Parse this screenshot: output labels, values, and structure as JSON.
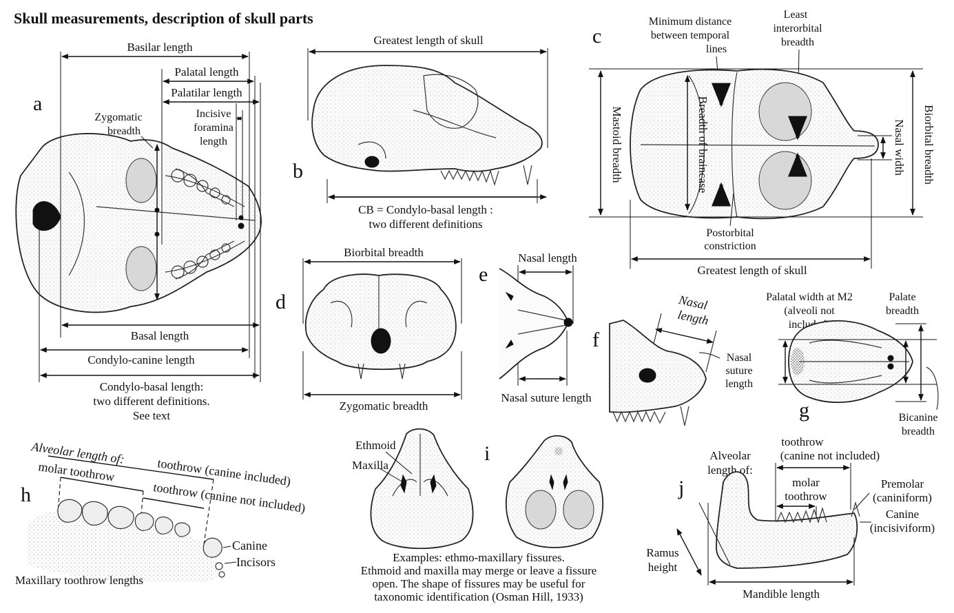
{
  "title": "Skull measurements, description of skull parts",
  "panel_letters": {
    "a": "a",
    "b": "b",
    "c": "c",
    "d": "d",
    "e": "e",
    "f": "f",
    "g": "g",
    "h": "h",
    "i": "i",
    "j": "j"
  },
  "panel_a": {
    "basilar_length": "Basilar length",
    "palatal_length": "Palatal length",
    "palatilar_length": "Palatilar length",
    "zygomatic_breadth_1": "Zygomatic",
    "zygomatic_breadth_2": "breadth",
    "incisive_1": "Incisive",
    "incisive_2": "foramina",
    "incisive_3": "length",
    "basal_length": "Basal length",
    "condylo_canine_length": "Condylo-canine length",
    "condylo_basal_1": "Condylo-basal length:",
    "condylo_basal_2": "two different definitions.",
    "condylo_basal_3": "See text"
  },
  "panel_b": {
    "greatest_length": "Greatest length of skull",
    "cb_1": "CB = Condylo-basal length :",
    "cb_2": "two different definitions"
  },
  "panel_c": {
    "min_dist_1": "Minimum distance",
    "min_dist_2": "between temporal",
    "min_dist_3": "lines",
    "least_1": "Least",
    "least_2": "interorbital",
    "least_3": "breadth",
    "mastoid_breadth": "Mastoid breadth",
    "breadth_of_braincase": "Breadth of braincase",
    "nasal_width": "Nasal width",
    "biorbital_breadth": "Biorbital breadth",
    "postorbital_1": "Postorbital",
    "postorbital_2": "constriction",
    "greatest_length": "Greatest length of skull"
  },
  "panel_d": {
    "biorbital_breadth": "Biorbital breadth",
    "zygomatic_breadth": "Zygomatic breadth"
  },
  "panel_e": {
    "nasal_length": "Nasal length",
    "nasal_suture_length": "Nasal suture length"
  },
  "panel_f": {
    "nasal_1": "Nasal",
    "nasal_2": "length",
    "suture_1": "Nasal",
    "suture_2": "suture",
    "suture_3": "length"
  },
  "panel_g": {
    "palatal_width_1": "Palatal width at M2",
    "palatal_width_2": "(alveoli not",
    "palatal_width_3": "included)",
    "palate_1": "Palate",
    "palate_2": "breadth",
    "bicanine_1": "Bicanine",
    "bicanine_2": "breadth"
  },
  "panel_h": {
    "alveolar_of": "Alveolar length of:",
    "toothrow_incl": "toothrow (canine included)",
    "molar_toothrow": "molar toothrow",
    "toothrow_not_incl": "toothrow (canine not included)",
    "canine": "Canine",
    "incisors": "Incisors",
    "caption": "Maxillary toothrow lengths"
  },
  "panel_i": {
    "ethmoid": "Ethmoid",
    "maxilla": "Maxilla",
    "caption_1": "Examples: ethmo-maxillary fissures.",
    "caption_2": "Ethmoid and maxilla may merge or leave a fissure",
    "caption_3": "open. The shape of fissures may be useful for",
    "caption_4": "taxonomic identification (Osman Hill, 1933)"
  },
  "panel_j": {
    "alveolar_1": "Alveolar",
    "alveolar_2": "length of:",
    "toothrow_1": "toothrow",
    "toothrow_2": "(canine not included)",
    "molar_1": "molar",
    "molar_2": "toothrow",
    "premolar_1": "Premolar",
    "premolar_2": "(caniniform)",
    "canine_1": "Canine",
    "canine_2": "(incisiviform)",
    "ramus_1": "Ramus",
    "ramus_2": "height",
    "mandible_length": "Mandible length"
  }
}
